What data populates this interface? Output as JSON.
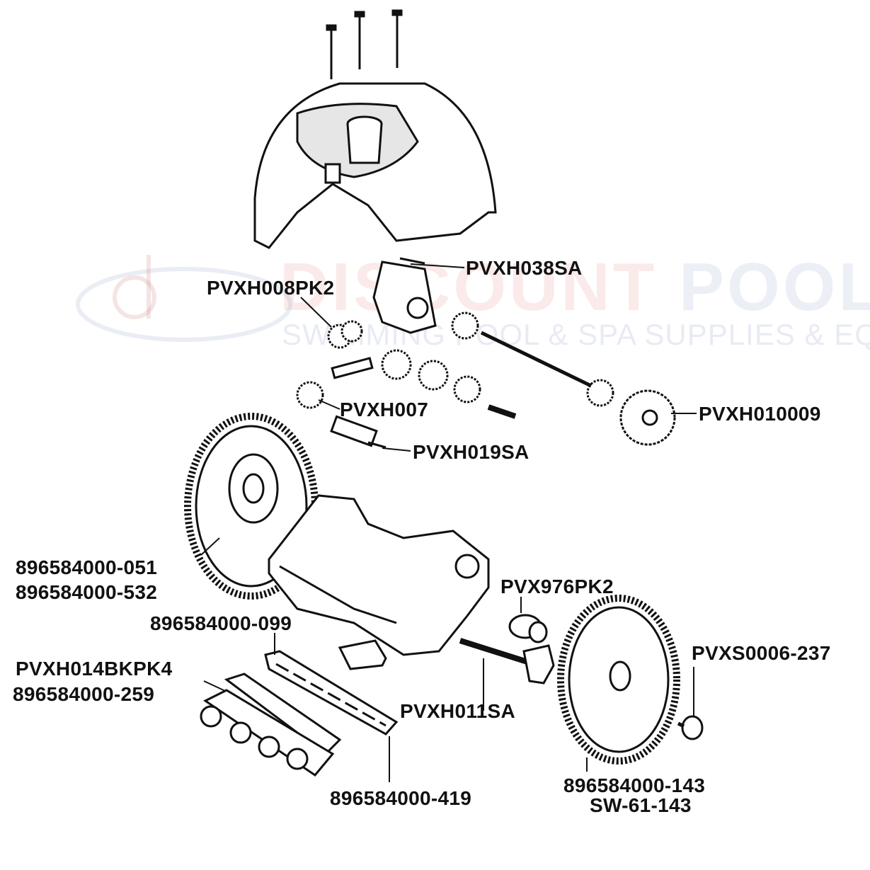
{
  "watermark": {
    "brand_red": "DISCOUNT",
    "brand_blue": "POOL MART",
    "tagline": "SWIMMING POOL & SPA SUPPLIES & EQUIPMENT",
    "logo_text": "dpm"
  },
  "labels": {
    "impeller": "PVXH038SA",
    "gear_pair": "PVXH008PK2",
    "pinion": "PVXH007",
    "turbine_shaft": "PVXH019SA",
    "hub": "PVXH010009",
    "left_wheel_1": "896584000-051",
    "left_wheel_2": "896584000-532",
    "bearing": "PVX976PK2",
    "skirt": "896584000-099",
    "cap": "PVXS0006-237",
    "roller_1": "PVXH014BKPK4",
    "roller_2": "896584000-259",
    "axle": "PVXH011SA",
    "skirt_strip": "896584000-419",
    "right_wheel_1": "896584000-143",
    "right_wheel_2": "SW-61-143"
  },
  "colors": {
    "ink": "#111111",
    "part_fill": "#ffffff",
    "shade": "#cfcfcf"
  }
}
